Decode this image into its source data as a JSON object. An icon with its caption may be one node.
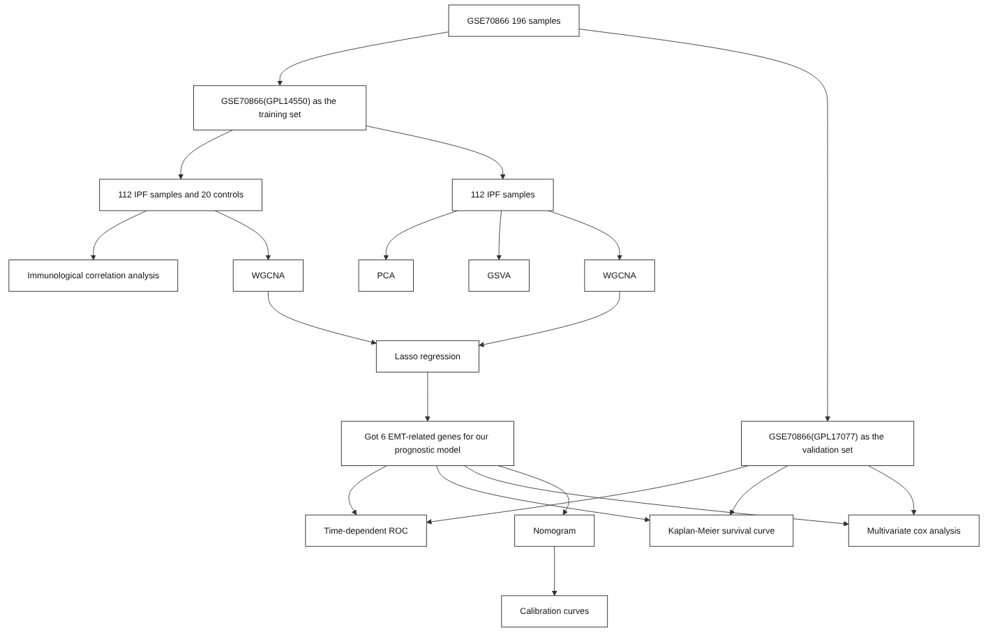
{
  "diagram": {
    "nodes": [
      {
        "text": [
          "GSE70866 196 samples"
        ]
      },
      {
        "text": [
          "GSE70866(GPL14550) as the training set"
        ]
      },
      {
        "text": [
          "GSE70866(GPL17077) as the validation set"
        ]
      },
      {
        "text": [
          "Immunological correlation analysis"
        ]
      },
      {
        "text": [
          "112 IPF samples and 20 controls"
        ]
      },
      {
        "text": [
          "112 IPF samples"
        ]
      },
      {
        "text": [
          "PCA"
        ]
      },
      {
        "text": [
          "GSVA"
        ]
      },
      {
        "text": [
          "WGCNA"
        ]
      },
      {
        "text": [
          "WGCNA"
        ]
      },
      {
        "text": [
          "Lasso regression"
        ]
      },
      {
        "text": [
          "Got 6 EMT-related genes for our prognostic model"
        ]
      },
      {
        "text": [
          "Time-dependent ROC"
        ]
      },
      {
        "text": [
          "Nomogram"
        ]
      },
      {
        "text": [
          "Kaplan-Meier survival curve"
        ]
      },
      {
        "text": [
          "Calibration curves"
        ]
      },
      {
        "text": [
          "Multivariate cox analysis"
        ]
      }
    ],
    "edges": [
      {
        "from": 0,
        "to": 1,
        "arrow": "to"
      },
      {
        "from": 0,
        "to": 2,
        "arrow": "to"
      },
      {
        "from": 2,
        "to": 12,
        "arrow": "to"
      },
      {
        "from": 2,
        "to": 14,
        "arrow": "to"
      },
      {
        "from": 2,
        "to": 16,
        "arrow": "to"
      },
      {
        "from": 1,
        "to": 4,
        "arrow": "to"
      },
      {
        "from": 1,
        "to": 5,
        "arrow": "to"
      },
      {
        "from": 4,
        "to": 3,
        "arrow": "to"
      },
      {
        "from": 4,
        "to": 8,
        "arrow": "to"
      },
      {
        "from": 5,
        "to": 6,
        "arrow": "to"
      },
      {
        "from": 5,
        "to": 7,
        "arrow": "to"
      },
      {
        "from": 5,
        "to": 9,
        "arrow": "to"
      },
      {
        "from": 8,
        "to": 10,
        "arrow": "to"
      },
      {
        "from": 9,
        "to": 10,
        "arrow": "to"
      },
      {
        "from": 10,
        "to": 11,
        "arrow": "to"
      },
      {
        "from": 11,
        "to": 12,
        "arrow": "to"
      },
      {
        "from": 11,
        "to": 14,
        "arrow": "to"
      },
      {
        "from": 11,
        "to": 16,
        "arrow": "to"
      },
      {
        "from": 11,
        "to": 13,
        "arrow": "to"
      },
      {
        "from": 13,
        "to": 15,
        "arrow": "to"
      }
    ]
  }
}
